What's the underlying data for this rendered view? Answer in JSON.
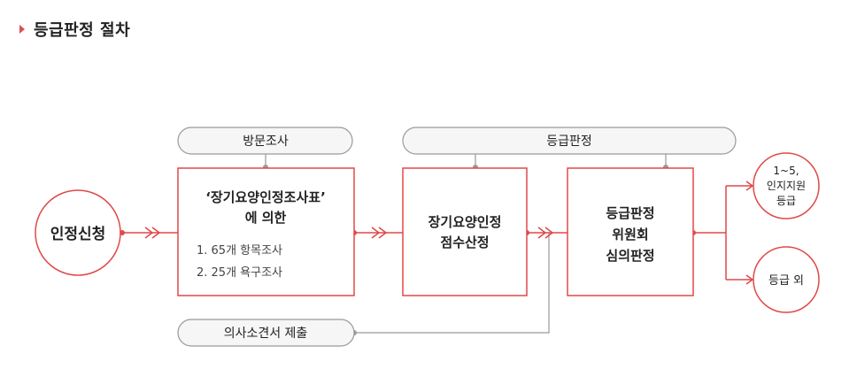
{
  "heading": {
    "title": "등급판정 절차"
  },
  "diagram": {
    "start_node": "인정신청",
    "survey_pill": "방문조사",
    "grade_pill": "등급판정",
    "doctor_pill": "의사소견서 제출",
    "survey_box": {
      "title_line1": "‘장기요양인정조사표’",
      "title_line2": "에 의한",
      "item1": "1. 65개 항목조사",
      "item2": "2. 25개 욕구조사"
    },
    "score_box": {
      "line1": "장기요양인정",
      "line2": "점수산정"
    },
    "committee_box": {
      "line1": "등급판정",
      "line2": "위원회",
      "line3": "심의판정"
    },
    "result_top": {
      "line1": "1~5,",
      "line2": "인지지원",
      "line3": "등급"
    },
    "result_bottom": "등급 외"
  },
  "colors": {
    "accent": "#e04848",
    "pill_border": "#9a9a9a",
    "pill_fill": "#f6f6f6",
    "text": "#222222"
  }
}
